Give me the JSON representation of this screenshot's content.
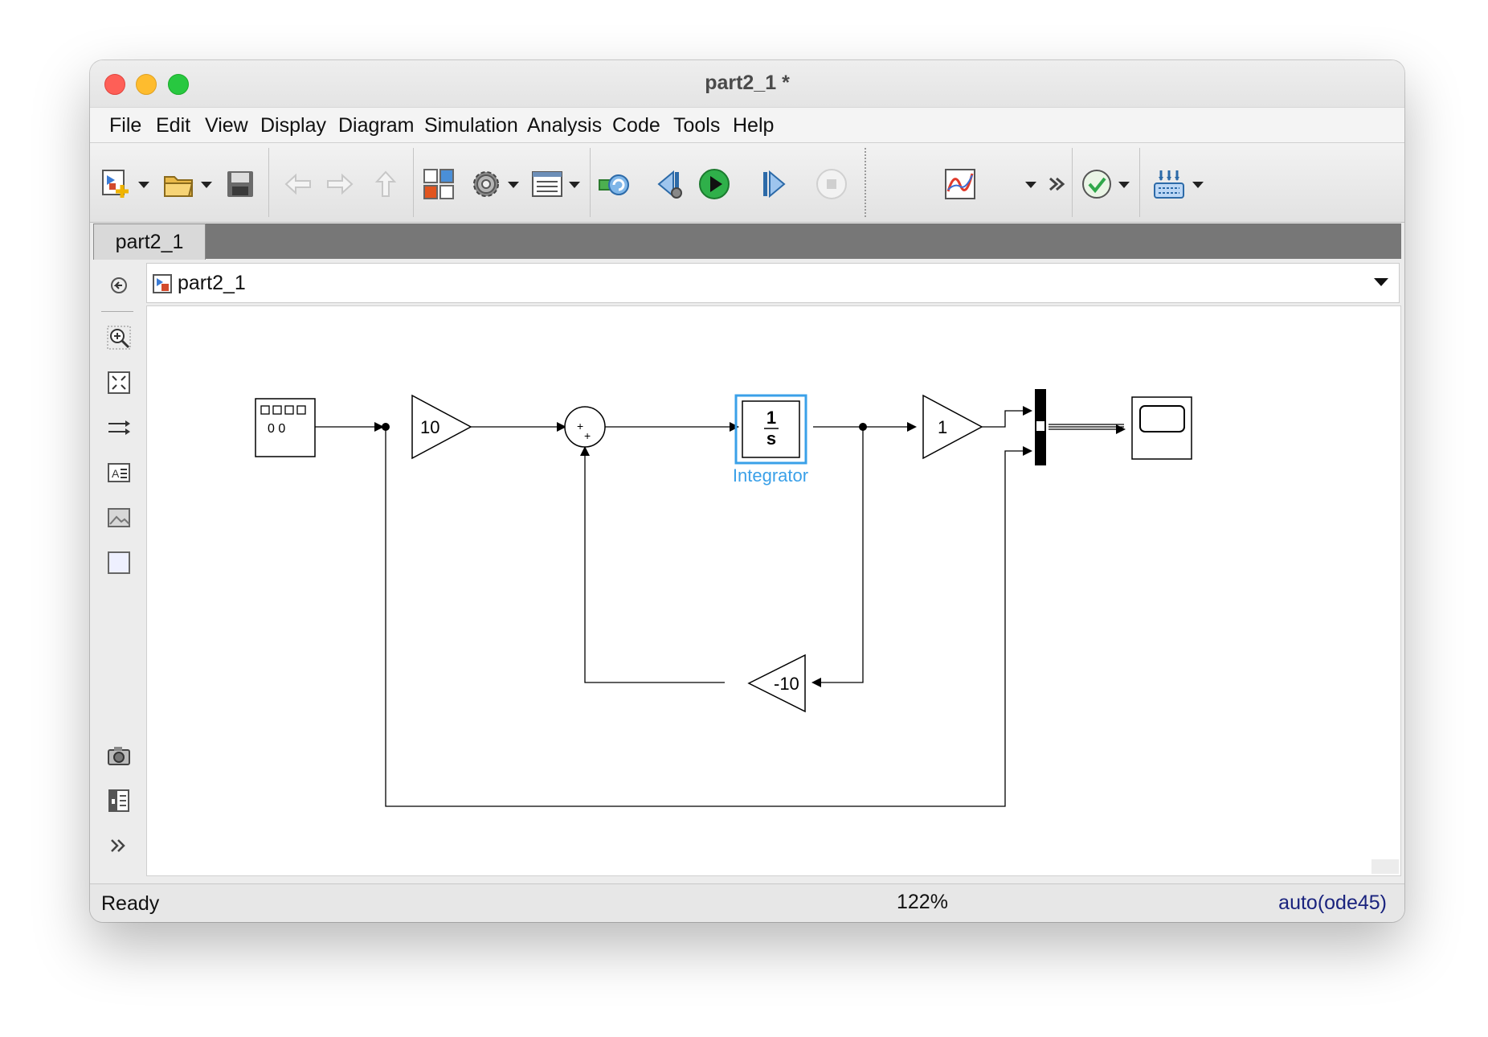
{
  "window": {
    "title": "part2_1 *"
  },
  "menu": [
    "File",
    "Edit",
    "View",
    "Display",
    "Diagram",
    "Simulation",
    "Analysis",
    "Code",
    "Tools",
    "Help"
  ],
  "tab": {
    "label": "part2_1"
  },
  "breadcrumb": {
    "label": "part2_1"
  },
  "diagram": {
    "constant_digits": "0 0",
    "gain_forward": "10",
    "gain_output": "1",
    "gain_feedback": "-10",
    "sum_sign_top": "+",
    "sum_sign_bottom": "+",
    "integrator_num": "1",
    "integrator_den": "s",
    "integrator_label": "Integrator"
  },
  "status": {
    "state": "Ready",
    "zoom": "122%",
    "solver": "auto(ode45)"
  },
  "colors": {
    "selection": "#3aa0e8",
    "run_green": "#2fb04a",
    "solver_text": "#1a237e"
  }
}
